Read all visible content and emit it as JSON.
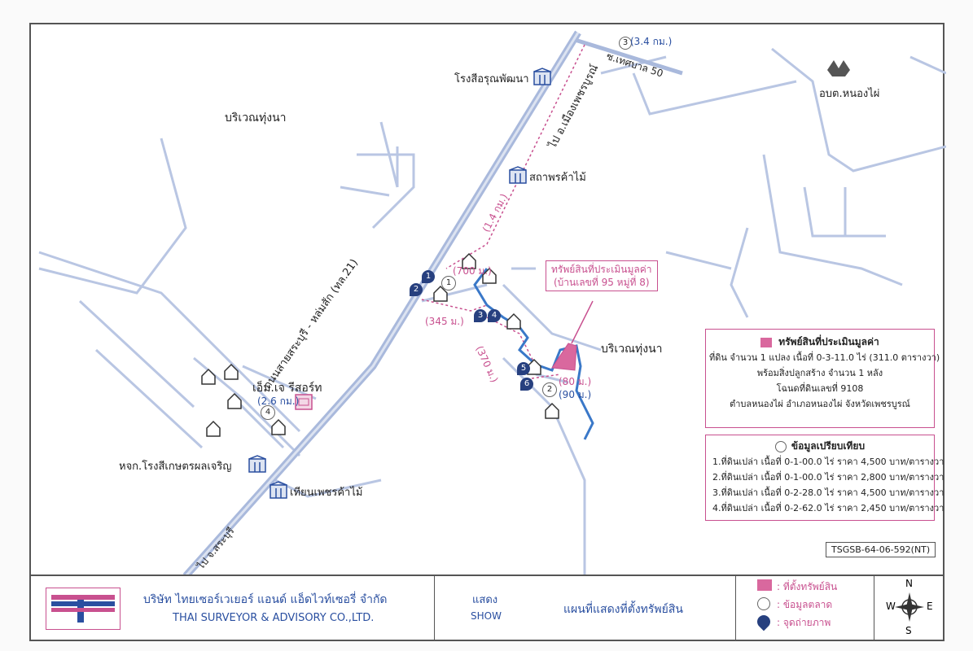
{
  "map": {
    "areas": {
      "rice_field_1": "บริเวณทุ่งนา",
      "rice_field_2": "บริเวณทุ่งนา"
    },
    "landmarks": {
      "school_1": "โรงสีอรุณพัฒนา",
      "timber_1": "สถาพรค้าไม้",
      "resort": "เอ็ม.เจ รีสอร์ท",
      "mill_2": "หจก.โรงสีเกษตรผลเจริญ",
      "timber_2": "เทียนเพชรค้าไม้",
      "tao": "อบต.หนองไผ่"
    },
    "roads": {
      "main_road": "ถนนสายสระบุรี - หล่มสัก (ทล.21)",
      "to_phetchabun": "ไป อ.เมืองเพชรบูรณ์",
      "to_saraburi": "ไป จ.สระบุรี",
      "soi": "ซ.เทศบาล 50"
    },
    "distances": {
      "d_3_4km": "(3.4 กม.)",
      "d_1_4km": "(1.4 กม.)",
      "d_700m": "(700 ม.)",
      "d_345m": "(345 ม.)",
      "d_370m": "(370 ม.)",
      "d_80m": "(80 ม.)",
      "d_90m": "(90 ม.)",
      "d_2_6km": "(2.6 กม.)"
    },
    "comparable_markers": [
      "1",
      "2",
      "3",
      "4"
    ],
    "photo_points": [
      "1",
      "2",
      "3",
      "4",
      "5",
      "6"
    ],
    "subject_callout": {
      "line1": "ทรัพย์สินที่ประเมินมูลค่า",
      "line2": "(บ้านเลขที่ 95 หมู่ที่ 8)"
    },
    "colors": {
      "road": "#a9b9dc",
      "accent_pink": "#c8508f",
      "subject_fill": "#d9689e",
      "marker_blue": "#27407f",
      "river": "#3a78c8"
    }
  },
  "legend_subject": {
    "title": "ทรัพย์สินที่ประเมินมูลค่า",
    "lines": [
      "ที่ดิน จำนวน 1 แปลง เนื้อที่ 0-3-11.0 ไร่ (311.0 ตารางวา)",
      "พร้อมสิ่งปลูกสร้าง จำนวน 1 หลัง",
      "โฉนดที่ดินเลขที่ 9108",
      "ตำบลหนองไผ่ อำเภอหนองไผ่ จังหวัดเพชรบูรณ์"
    ]
  },
  "legend_comparables": {
    "title": "ข้อมูลเปรียบเทียบ",
    "lines": [
      "1.ที่ดินเปล่า เนื้อที่ 0-1-00.0 ไร่ ราคา 4,500 บาท/ตารางวา",
      "2.ที่ดินเปล่า เนื้อที่ 0-1-00.0 ไร่ ราคา 2,800 บาท/ตารางวา",
      "3.ที่ดินเปล่า เนื้อที่ 0-2-28.0 ไร่ ราคา 4,500 บาท/ตารางวา",
      "4.ที่ดินเปล่า เนื้อที่ 0-2-62.0 ไร่ ราคา 2,450 บาท/ตารางวา"
    ]
  },
  "doc_code": "TSGSB-64-06-592(NT)",
  "footer": {
    "company_th": "บริษัท ไทยเซอร์เวเยอร์ แอนด์ แอ็ดไวท์เซอรี่ จำกัด",
    "company_en": "THAI SURVEYOR & ADVISORY CO.,LTD.",
    "show_th": "แสดง",
    "show_en": "SHOW",
    "map_title": "แผนที่แสดงที่ตั้งทรัพย์สิน",
    "key_subject": ": ที่ตั้งทรัพย์สิน",
    "key_market": ": ข้อมูลตลาด",
    "key_photo": ": จุดถ่ายภาพ",
    "compass": {
      "n": "N",
      "s": "S",
      "e": "E",
      "w": "W"
    }
  }
}
